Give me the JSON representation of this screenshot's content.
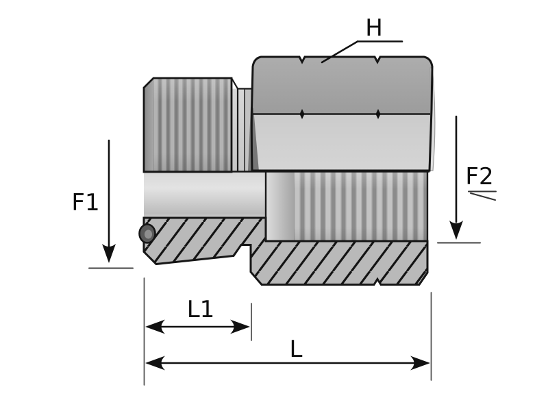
{
  "drawing": {
    "labels": {
      "hex": "H",
      "f1": "F1",
      "f2": "F2",
      "l1": "L1",
      "l": "L"
    },
    "colors": {
      "outline": "#1a1a1a",
      "dimension_lines": "#111111",
      "metal_light": "#d4d4d4",
      "metal_mid": "#b9b9b9",
      "metal_dark": "#7d7d7d",
      "background": "#ffffff"
    }
  }
}
